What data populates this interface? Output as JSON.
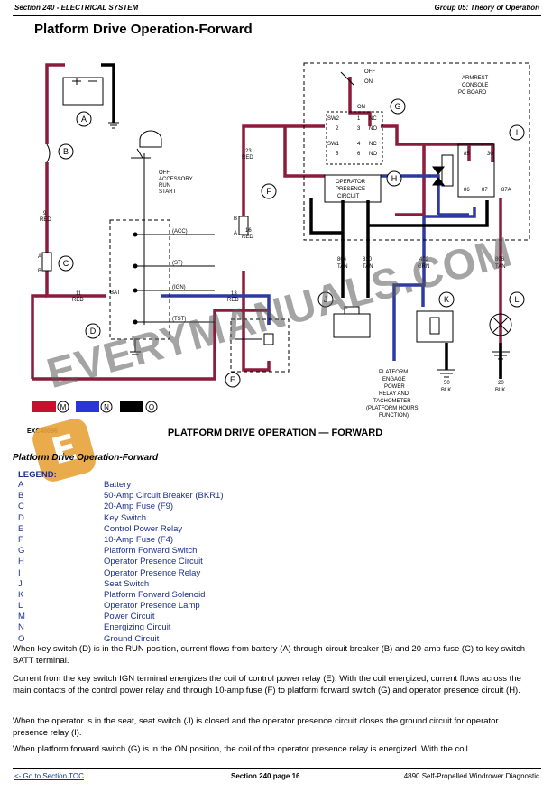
{
  "header": {
    "left": "Section 240 - ELECTRICAL SYSTEM",
    "right": "Group 05: Theory of Operation"
  },
  "title": "Platform Drive Operation-Forward",
  "diagram": {
    "code": "EXC40096",
    "caption": "PLATFORM DRIVE OPERATION — FORWARD",
    "labels": {
      "switch_off": "OFF",
      "switch_on": "ON",
      "on_small": "ON",
      "armrest": "ARMREST",
      "console": "CONSOLE",
      "pc_board": "PC BOARD",
      "key_off": "OFF",
      "key_accessory": "ACCESSORY",
      "key_run": "RUN",
      "key_start": "START",
      "wire9": "9",
      "wire9c": "RED",
      "wire11": "11",
      "wire11c": "RED",
      "wire13": "13",
      "wire13c": "RED",
      "wire23": "23",
      "wire23c": "RED",
      "wire16": "16",
      "wire16c": "RED",
      "bat": "BAT",
      "acc": "(ACC)",
      "st": "(ST)",
      "ign": "(IGN)",
      "tst": "(TST)",
      "sw2": "SW2",
      "sw1": "SW1",
      "nc": "NC",
      "no": "NO",
      "nc2": "NC",
      "no2": "NO",
      "n1": "1",
      "n2": "2",
      "n3": "3",
      "n4": "4",
      "n5": "5",
      "n6": "6",
      "opc1": "OPERATOR",
      "opc2": "PRESENCE",
      "opc3": "CIRCUIT",
      "r85": "85",
      "r30": "30",
      "r86": "86",
      "r87": "87",
      "r87a": "87A",
      "w804": "804",
      "w804c": "TAN",
      "w810": "810",
      "w810c": "TAN",
      "w402": "402",
      "w402c": "GRN",
      "w806": "806",
      "w806c": "TAN",
      "w50": "50",
      "w50c": "BLK",
      "w20": "20",
      "w20c": "BLK",
      "fuse_a": "A",
      "fuse_b": "B",
      "fuse_a2": "A",
      "fuse_b2": "B",
      "platform1": "PLATFORM",
      "platform2": "ENGAGE",
      "platform3": "POWER",
      "platform4": "RELAY AND",
      "platform5": "TACHOMETER",
      "platform6": "(PLATFORM HOURS",
      "platform7": "FUNCTION)"
    },
    "callouts": [
      "A",
      "B",
      "C",
      "D",
      "E",
      "F",
      "G",
      "H",
      "I",
      "J",
      "K",
      "L",
      "M",
      "N",
      "O"
    ],
    "swatches": [
      {
        "color": "#c8102e",
        "letter": "M"
      },
      {
        "color": "#2b34d9",
        "letter": "N"
      },
      {
        "color": "#000000",
        "letter": "O"
      }
    ],
    "colors": {
      "power": "#8c1c3c",
      "energize": "#2e3aa0",
      "ground": "#000000",
      "blue_wire": "#2b34d9"
    }
  },
  "subtitle": "Platform Drive Operation-Forward",
  "legend": {
    "heading": "LEGEND:",
    "items": [
      {
        "key": "A",
        "label": "Battery"
      },
      {
        "key": "B",
        "label": "50-Amp Circuit Breaker (BKR1)"
      },
      {
        "key": "C",
        "label": "20-Amp Fuse (F9)"
      },
      {
        "key": "D",
        "label": "Key Switch"
      },
      {
        "key": "E",
        "label": "Control Power Relay"
      },
      {
        "key": "F",
        "label": "10-Amp Fuse (F4)"
      },
      {
        "key": "G",
        "label": "Platform Forward Switch"
      },
      {
        "key": "H",
        "label": "Operator Presence Circuit"
      },
      {
        "key": "I",
        "label": "Operator Presence Relay"
      },
      {
        "key": "J",
        "label": "Seat Switch"
      },
      {
        "key": "K",
        "label": "Platform Forward Solenoid"
      },
      {
        "key": "L",
        "label": "Operator Presence Lamp"
      },
      {
        "key": "M",
        "label": "Power Circuit"
      },
      {
        "key": "N",
        "label": "Energizing Circuit"
      },
      {
        "key": "O",
        "label": "Ground Circuit"
      }
    ]
  },
  "paragraphs": [
    "When key switch (D) is in the RUN position, current flows from battery (A) through circuit breaker (B) and 20-amp fuse (C) to key switch BATT terminal.",
    "Current from the key switch IGN terminal energizes the coil of control power relay (E). With the coil energized, current flows across the main contacts of the control power relay and through 10-amp fuse (F) to platform forward switch (G) and operator presence circuit (H).",
    "When the operator is in the seat, seat switch (J) is closed and the operator presence circuit closes the ground circuit for operator presence relay (I).",
    "When platform forward switch (G) is in the ON position, the coil of the operator presence relay is energized. With the coil"
  ],
  "footer": {
    "toc": "<- Go to Section TOC",
    "page": "Section 240 page 16",
    "right": "4890 Self-Propelled Windrower Diagnostic"
  },
  "watermark": "EVERYMANUALS.COM",
  "watermark_logo": "E"
}
